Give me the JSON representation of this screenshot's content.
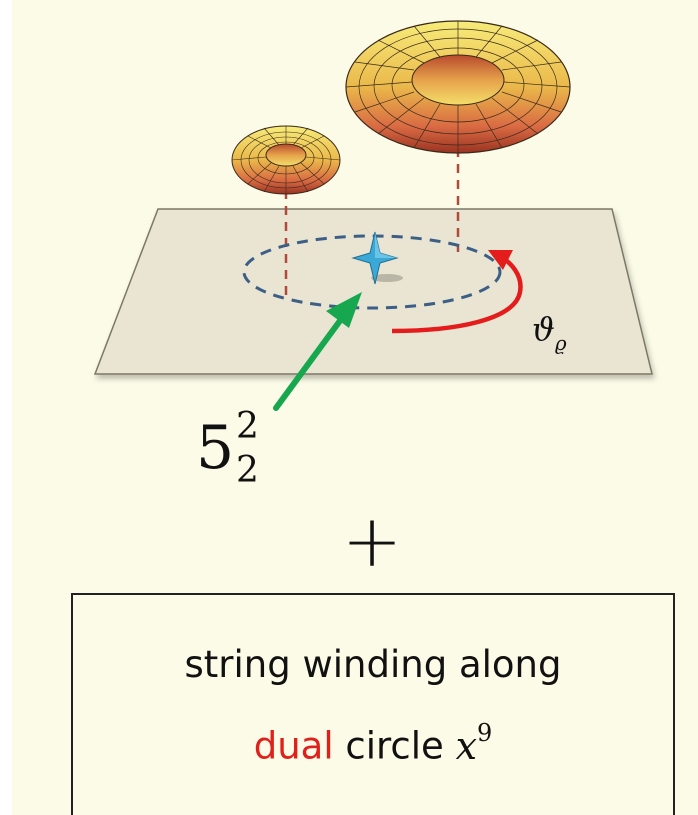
{
  "diagram": {
    "angle_label": {
      "base": "ϑ",
      "subscript": "ϱ"
    },
    "brane_label": {
      "base": "5",
      "superscript": "2",
      "subscript": "2"
    },
    "plus_sign": "+",
    "colors": {
      "background": "#fcfbe8",
      "plane_fill": "#e9e5d2",
      "dashed_circle": "#3d5f86",
      "dashed_lines": "#b04a3c",
      "rotation_arrow": "#e41c1c",
      "pointer_arrow": "#17a84f",
      "star": "#3aa9d6",
      "accent_text": "#e0201a"
    }
  },
  "box": {
    "line1": "string winding along",
    "line2_highlight": "dual",
    "line2_rest": "circle",
    "line2_math_base": "x",
    "line2_math_sup": "9"
  }
}
